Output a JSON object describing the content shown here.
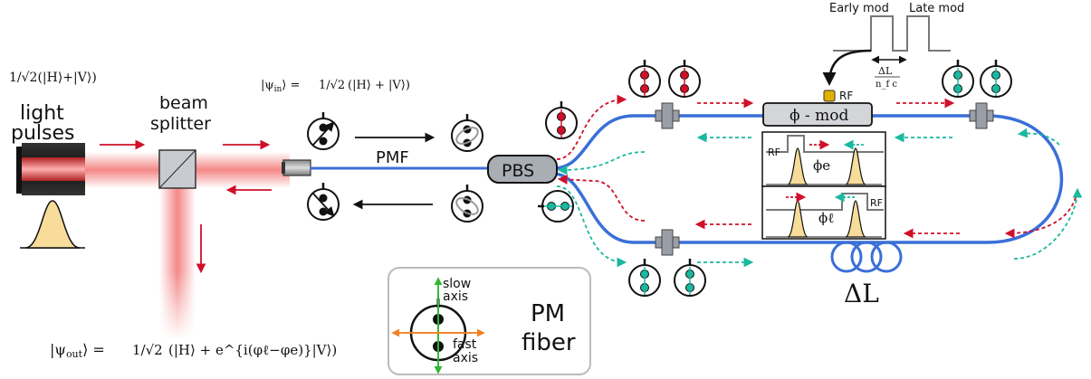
{
  "source_block": {
    "state_label": "1/√2(|H⟩+|V⟩)",
    "light_label_line1": "light",
    "light_label_line2": "pulses"
  },
  "beam_splitter": {
    "label_line1": "beam",
    "label_line2": "splitter"
  },
  "psi_in": {
    "prefix": "|ψ",
    "sub": "in",
    "suffix": "⟩ =",
    "frac": "1/√2",
    "state": "(|H⟩ + |V⟩)"
  },
  "psi_out": {
    "prefix": "|ψ",
    "sub": "out",
    "suffix": "⟩ =",
    "frac": "1/√2",
    "state": "(|H⟩ + e^{i(φℓ−φe)}|V⟩)"
  },
  "pmf_label": "PMF",
  "pbs_label": "PBS",
  "phase_mod": {
    "label": "ϕ - mod",
    "rf_label": "RF"
  },
  "rf_signal": {
    "early_label": "Early mod",
    "late_label": "Late mod",
    "delay_num": "ΔL",
    "delay_den": "n_f c"
  },
  "inset_top": {
    "rf_label": "RF",
    "phase_label": "ϕe"
  },
  "inset_bottom": {
    "rf_label": "RF",
    "phase_label": "ϕℓ"
  },
  "delay_label": "ΔL",
  "legend": {
    "slow_line1": "slow",
    "slow_line2": "axis",
    "fast_line1": "fast",
    "fast_line2": "axis",
    "title_line1": "PM",
    "title_line2": "fiber"
  },
  "colors": {
    "fiber": "#3a6fd8",
    "red_arrow": "#d0102a",
    "teal_arrow": "#1ab8a0",
    "laser": "#f06060",
    "gaussian": "#f7dc9a",
    "slow_axis": "#2fb82f",
    "fast_axis": "#f08020"
  }
}
